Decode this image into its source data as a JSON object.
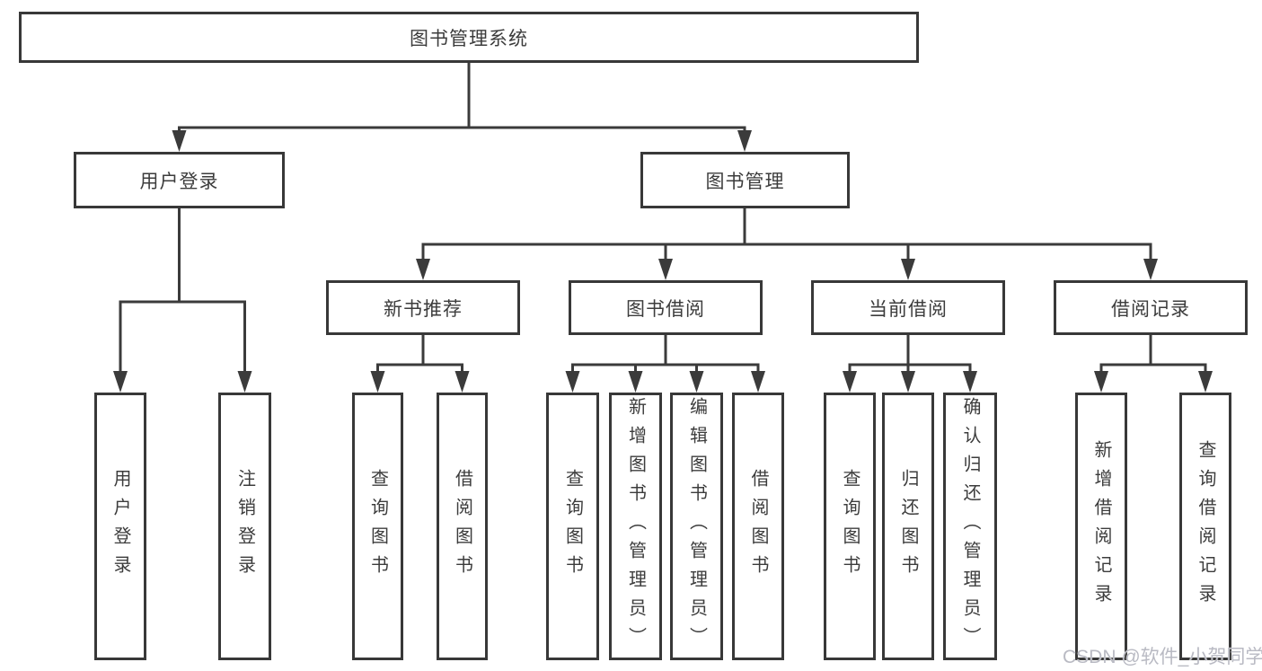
{
  "diagram": {
    "root": {
      "label": "图书管理系统"
    },
    "branches": [
      {
        "label": "用户登录",
        "children": [
          {
            "label": "用户登录"
          },
          {
            "label": "注销登录"
          }
        ]
      },
      {
        "label": "图书管理",
        "sections": [
          {
            "label": "新书推荐",
            "children": [
              {
                "label": "查询图书"
              },
              {
                "label": "借阅图书"
              }
            ]
          },
          {
            "label": "图书借阅",
            "children": [
              {
                "label": "查询图书"
              },
              {
                "label": "新增图书（管理员）"
              },
              {
                "label": "编辑图书（管理员）"
              },
              {
                "label": "借阅图书"
              }
            ]
          },
          {
            "label": "当前借阅",
            "children": [
              {
                "label": "查询图书"
              },
              {
                "label": "归还图书"
              },
              {
                "label": "确认归还（管理员）"
              }
            ]
          },
          {
            "label": "借阅记录",
            "children": [
              {
                "label": "新增借阅记录"
              },
              {
                "label": "查询借阅记录"
              }
            ]
          }
        ]
      }
    ]
  },
  "watermark": {
    "text": "CSDN @软件_小贺同学"
  },
  "colors": {
    "line": "#3b3b3b",
    "border": "#383838",
    "text": "#3c3c3c",
    "watermark": "#b9bac3",
    "background": "#ffffff"
  }
}
